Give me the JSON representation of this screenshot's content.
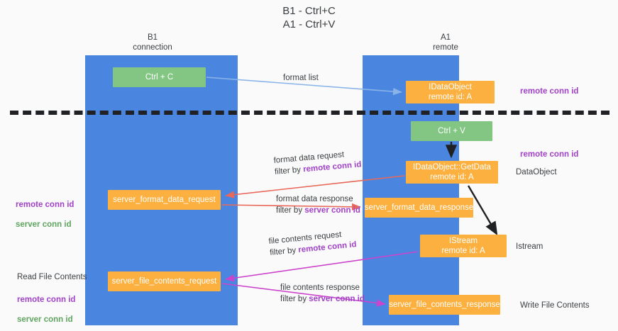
{
  "title": "B1 - Ctrl+C\nA1 - Ctrl+V",
  "columns": {
    "left": "B1\nconnection",
    "right": "A1\nremote"
  },
  "nodes": {
    "ctrl_c": "Ctrl + C",
    "idataobject": "IDataObject\nremote id: A",
    "ctrl_v": "Ctrl + V",
    "getdata": "IDataObject::GetData\nremote id: A",
    "server_format_data_request": "server_format_data_request",
    "server_format_data_response": "server_format_data_response",
    "istream": "IStream\nremote id: A",
    "server_file_contents_request": "server_file_contents_request",
    "server_file_contents_response": "server_file_contents_response"
  },
  "edges": {
    "format_list": "format list",
    "format_data_request": "format data request",
    "format_data_request_filter_prefix": "filter by ",
    "format_data_request_filter_key": "remote conn id",
    "format_data_response": "format data response",
    "format_data_response_filter_prefix": "filter by ",
    "format_data_response_filter_key": "server conn id",
    "file_contents_request": "file contents request",
    "file_contents_request_filter_prefix": "filter by ",
    "file_contents_request_filter_key": "remote conn id",
    "file_contents_response": "file contents response",
    "file_contents_response_filter_prefix": "filter by ",
    "file_contents_response_filter_key": "server conn id"
  },
  "annotations": {
    "remote_conn_id_top": "remote conn id",
    "remote_conn_id_mid": "remote conn id",
    "dataobject": "DataObject",
    "istream": "Istream",
    "write_file_contents": "Write File Contents",
    "read_file_contents": "Read File Contents",
    "left_remote_conn_id": "remote conn id",
    "left_server_conn_id": "server conn id",
    "left_remote_conn_id_2": "remote conn id",
    "left_server_conn_id_2": "server conn id"
  },
  "colors": {
    "lane": "#4a86e0",
    "green_node": "#83c683",
    "orange_node": "#fbb040",
    "purple_label": "#a142c8",
    "green_label": "#5fa55f",
    "arrow_blue": "#8ab4e8",
    "arrow_red": "#e8685a",
    "arrow_magenta": "#cc44cc",
    "arrow_black": "#202124",
    "background": "#fafafa"
  }
}
